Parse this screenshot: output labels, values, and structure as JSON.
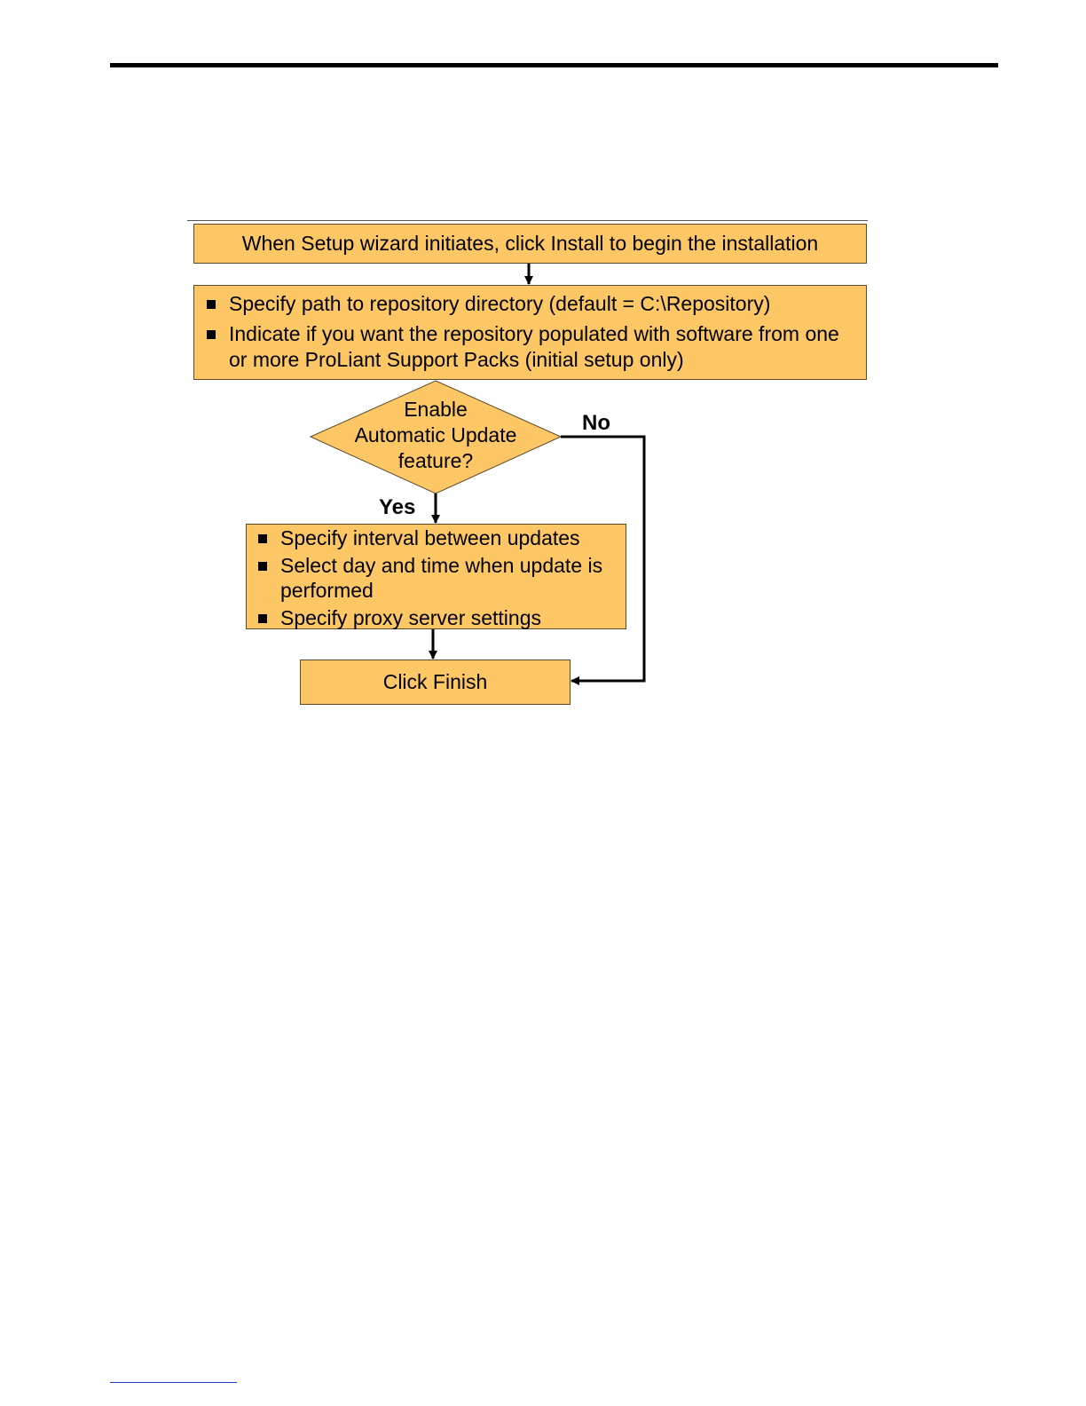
{
  "flowchart": {
    "step_install": "When Setup wizard initiates, click Install to begin the installation",
    "step_repository": {
      "items": [
        "Specify path to repository directory (default = C:\\Repository)",
        "Indicate if you want the repository populated with software from one or more ProLiant Support Packs (initial setup only)"
      ]
    },
    "decision": {
      "lines": [
        "Enable",
        "Automatic Update",
        "feature?"
      ],
      "yes_label": "Yes",
      "no_label": "No"
    },
    "step_auto_update": {
      "items": [
        "Specify interval between updates",
        "Select day and time when update is performed",
        "Specify proxy server settings"
      ]
    },
    "step_finish": "Click Finish"
  },
  "colors": {
    "box_fill": "#fdc765",
    "box_border": "#5a4a2a",
    "connector": "#000000"
  }
}
